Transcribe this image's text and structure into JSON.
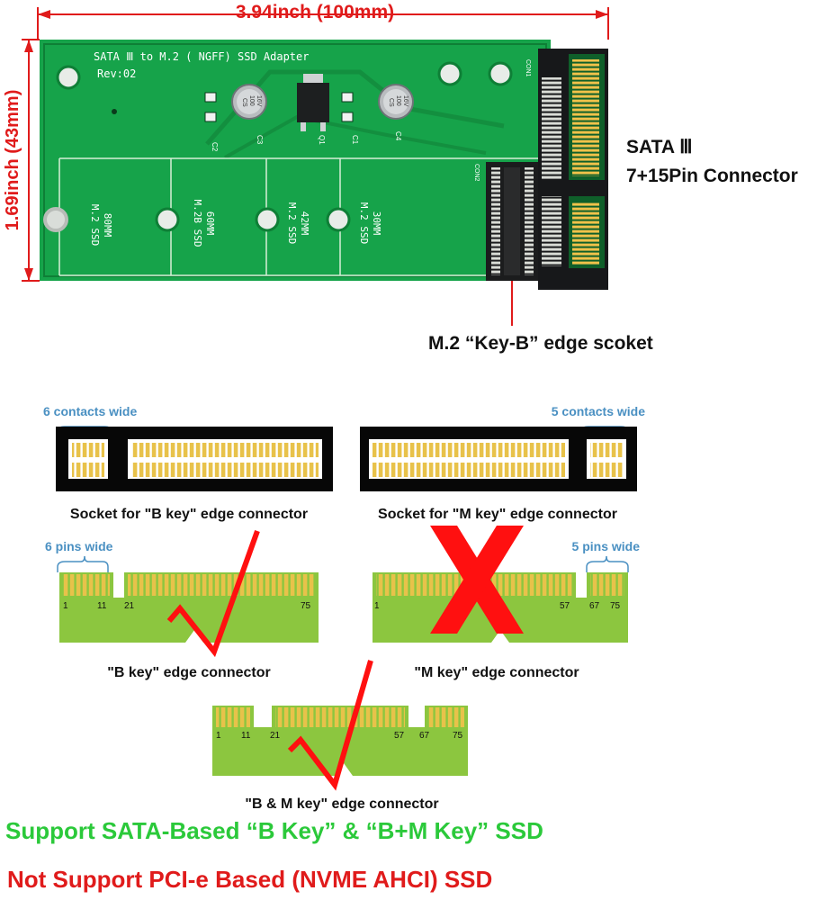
{
  "dimensions": {
    "width": "3.94inch (100mm)",
    "height": "1.69inch (43mm)"
  },
  "board": {
    "title": "SATA Ⅲ to M.2 ( NGFF) SSD Adapter",
    "rev": "Rev:02",
    "cap_marks": [
      "CS",
      "100",
      "16V"
    ],
    "components": [
      "C2",
      "C3",
      "Q1",
      "C1",
      "C4",
      "CON1",
      "CON2"
    ],
    "size_labels": [
      {
        "line1": "80MM",
        "line2": "M.2 SSD"
      },
      {
        "line1": "60MM",
        "line2": "M.2B SSD"
      },
      {
        "line1": "42MM",
        "line2": "M.2 SSD"
      },
      {
        "line1": "30MM",
        "line2": "M.2 SSD"
      }
    ]
  },
  "callouts": {
    "sata_line1": "SATA Ⅲ",
    "sata_line2": "7+15Pin Connector",
    "m2_socket": "M.2 “Key-B” edge scoket"
  },
  "sockets": {
    "b": {
      "width_label": "6 contacts wide",
      "caption": "Socket for \"B key\" edge connector"
    },
    "m": {
      "width_label": "5 contacts wide",
      "caption": "Socket for \"M key\" edge connector"
    }
  },
  "connectors": {
    "b": {
      "width_label": "6 pins wide",
      "pins": [
        "1",
        "11",
        "21",
        "75"
      ],
      "caption": "\"B key\" edge connector"
    },
    "m": {
      "width_label": "5 pins wide",
      "pins": [
        "1",
        "57",
        "67",
        "75"
      ],
      "caption": "\"M key\" edge connector"
    },
    "bm": {
      "pins": [
        "1",
        "11",
        "21",
        "57",
        "67",
        "75"
      ],
      "caption": "\"B & M key\" edge connector"
    }
  },
  "bottom": {
    "support": "Support SATA-Based “B Key” & “B+M Key” SSD",
    "not_support": "Not Support PCI-e Based (NVME  AHCI) SSD"
  },
  "colors": {
    "pcb": "#16a34a",
    "dimension": "#e01b1b",
    "edge_green": "#8cc63f",
    "gold": "#e8c24a",
    "support_green": "#2bc93a",
    "not_support_red": "#e01b1b",
    "label_blue": "#4a90c2"
  }
}
